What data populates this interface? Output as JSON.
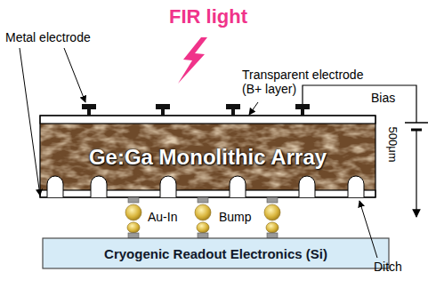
{
  "diagram": {
    "nodes": [
      {
        "text": [
          "Ge:Ga Monolithic Array"
        ]
      },
      {
        "text": [
          "Cryogenic Readout Electronics (Si)"
        ]
      }
    ],
    "labels": [
      "FIR light",
      "Metal electrode",
      "Transparent electrode (B+ layer)",
      "Bias",
      "500μm",
      "Au-In",
      "Bump",
      "Ditch"
    ]
  }
}
